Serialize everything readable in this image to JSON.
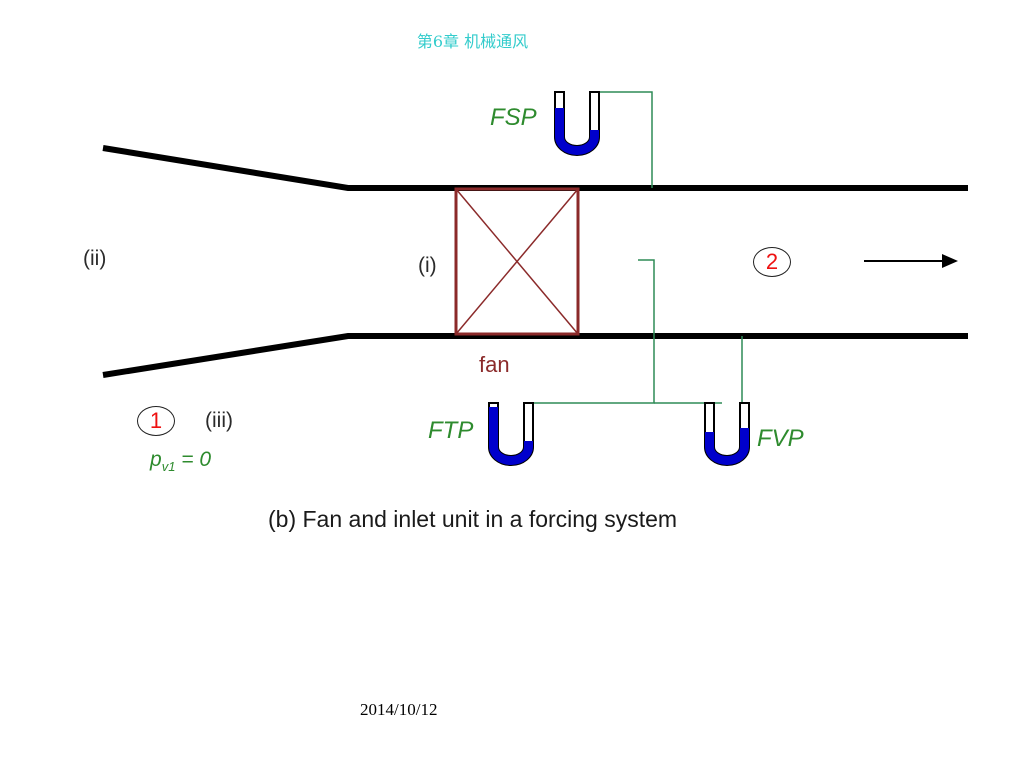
{
  "header": {
    "title": "第6章 机械通风"
  },
  "footer": {
    "date": "2014/10/12"
  },
  "diagram": {
    "labels": {
      "section_ii": "(ii)",
      "section_i": "(i)",
      "section_iii": "(iii)",
      "fan": "fan",
      "point_1": "1",
      "point_2": "2",
      "pv1_symbol": "p",
      "pv1_subscript": "v1",
      "pv1_rest": " = 0"
    },
    "gauges": {
      "fsp": "FSP",
      "ftp": "FTP",
      "fvp": "FVP"
    },
    "caption": "(b) Fan and inlet unit in a forcing system",
    "colors": {
      "duct": "#000000",
      "fan_box": "#8b2a2a",
      "tube_line": "#2e8b57",
      "gauge_fluid": "#0000cc",
      "gauge_label": "#2e8b2e",
      "point_number": "#ee1111",
      "header_text": "#33cccc"
    }
  }
}
